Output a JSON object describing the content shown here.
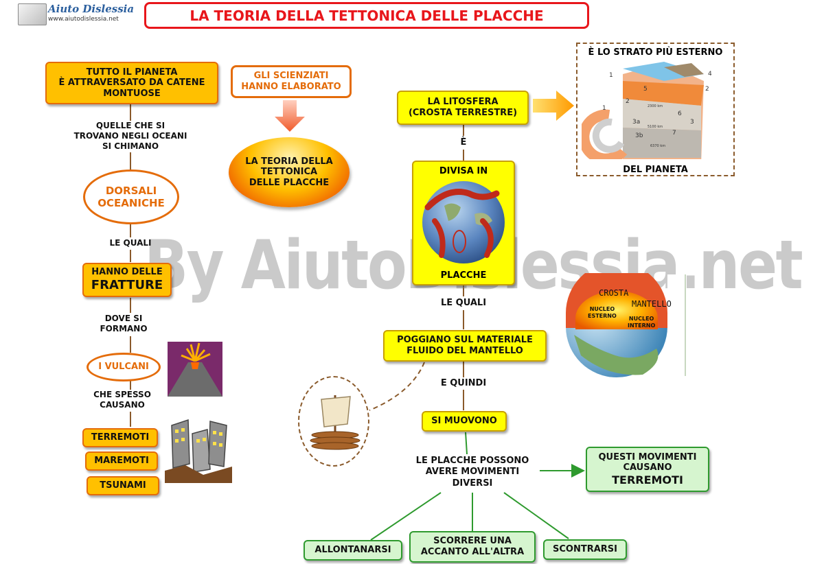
{
  "header": {
    "logo_name": "Aiuto Dislessia",
    "logo_url": "www.aiutodislessia.net",
    "title": "LA TEORIA DELLA TETTONICA DELLE PLACCHE"
  },
  "watermark": "By AiutoDislessia.net",
  "left": {
    "top_box": "TUTTO IL PIANETA\nÈ ATTRAVERSATO DA CATENE\nMONTUOSE",
    "link1": "QUELLE CHE SI\nTROVANO NEGLI OCEANI\nSI CHIMANO",
    "dorsali": "DORSALI\nOCEANICHE",
    "link2": "LE QUALI",
    "fratture_line1": "HANNO DELLE",
    "fratture_line2": "FRATTURE",
    "link3": "DOVE SI\nFORMANO",
    "vulcani": "I VULCANI",
    "link4": "CHE SPESSO\nCAUSANO",
    "terremoti": "TERREMOTI",
    "maremoti": "MAREMOTI",
    "tsunami": "TSUNAMI"
  },
  "middle": {
    "scienziati": "GLI SCIENZIATI\nHANNO ELABORATO",
    "teoria": "LA TEORIA DELLA\nTETTONICA\nDELLE PLACCHE"
  },
  "right": {
    "litosfera": "LA LITOSFERA\n(CROSTA TERRESTRE)",
    "link_e": "È",
    "divisa": "DIVISA IN",
    "placche": "PLACCHE",
    "strato_top": "È LO STRATO PIÙ ESTERNO",
    "strato_bottom": "DEL PIANETA",
    "link_quali": "LE QUALI",
    "poggiano": "POGGIANO SUL MATERIALE\nFLUIDO DEL MANTELLO",
    "link_quindi": "E QUINDI",
    "muovono": "SI MUOVONO",
    "possono": "LE PLACCHE POSSONO\nAVERE MOVIMENTI\nDIVERSI",
    "movimenti_line1": "QUESTI MOVIMENTI\nCAUSANO",
    "movimenti_line2": "TERREMOTI",
    "allontanarsi": "ALLONTANARSI",
    "scorrere": "SCORRERE UNA\nACCANTO ALL'ALTRA",
    "scontrarsi": "SCONTRARSI"
  },
  "globe_labels": {
    "crosta": "CROSTA",
    "mantello": "MANTELLO",
    "nucleo_esterno": "NUCLEO\nESTERNO",
    "nucleo_interno": "NUCLEO\nINTERNO"
  },
  "layers_labels": {
    "n1": "1",
    "n2": "2",
    "n3": "3",
    "n4": "4",
    "n5": "5",
    "n6": "6",
    "n7": "7",
    "n3a": "3a",
    "n3b": "3b",
    "km1": "2300 km",
    "km2": "5100 km",
    "km3": "6370 km"
  },
  "colors": {
    "orange_fill": "#ffc000",
    "orange_border": "#e46c0a",
    "yellow_fill": "#ffff00",
    "green_fill": "#d6f5cf",
    "green_border": "#2e9a2e",
    "title_red": "#e8161b"
  }
}
